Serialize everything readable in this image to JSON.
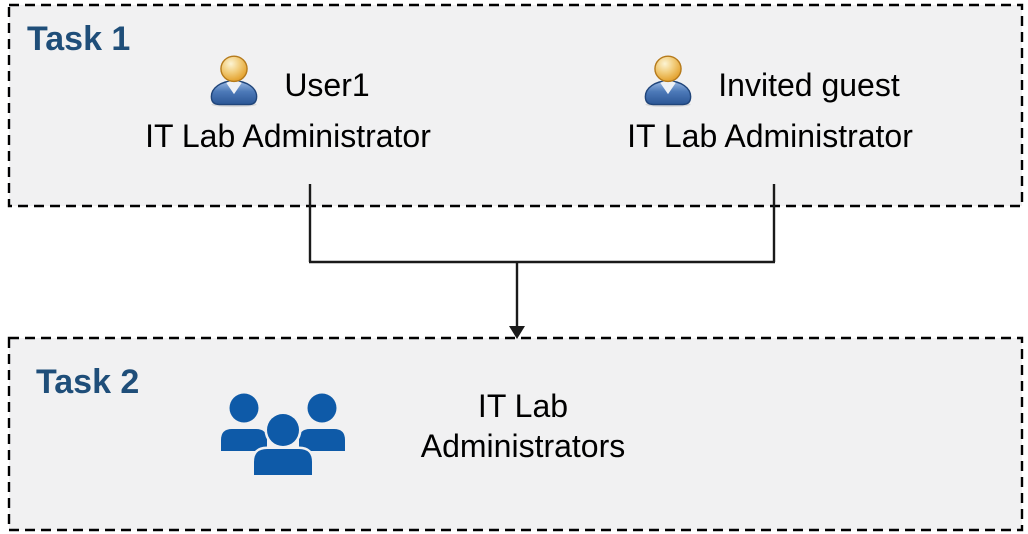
{
  "task1": {
    "label": "Task 1",
    "users": [
      {
        "name": "User1",
        "role": "IT Lab Administrator",
        "icon": "user-person-icon"
      },
      {
        "name": "Invited guest",
        "role": "IT Lab Administrator",
        "icon": "user-person-icon"
      }
    ]
  },
  "task2": {
    "label": "Task 2",
    "group": {
      "name_lines": [
        "IT Lab",
        "Administrators"
      ],
      "icon": "people-group-icon"
    }
  },
  "connector": {
    "style": "merge-arrow",
    "direction": "down"
  },
  "colors": {
    "box_fill": "#F1F1F2",
    "box_border": "#000000",
    "task_label": "#1F4E79",
    "body_text": "#000000",
    "connector": "#1A1A1A",
    "group_icon_blue": "#0E5AA8",
    "user_head_orange": "#E6A93B",
    "user_head_outline": "#B57A1B",
    "user_body_blue": "#3A6CB0",
    "user_body_outline": "#20457A",
    "user_collar_white": "#EEF1F6"
  }
}
